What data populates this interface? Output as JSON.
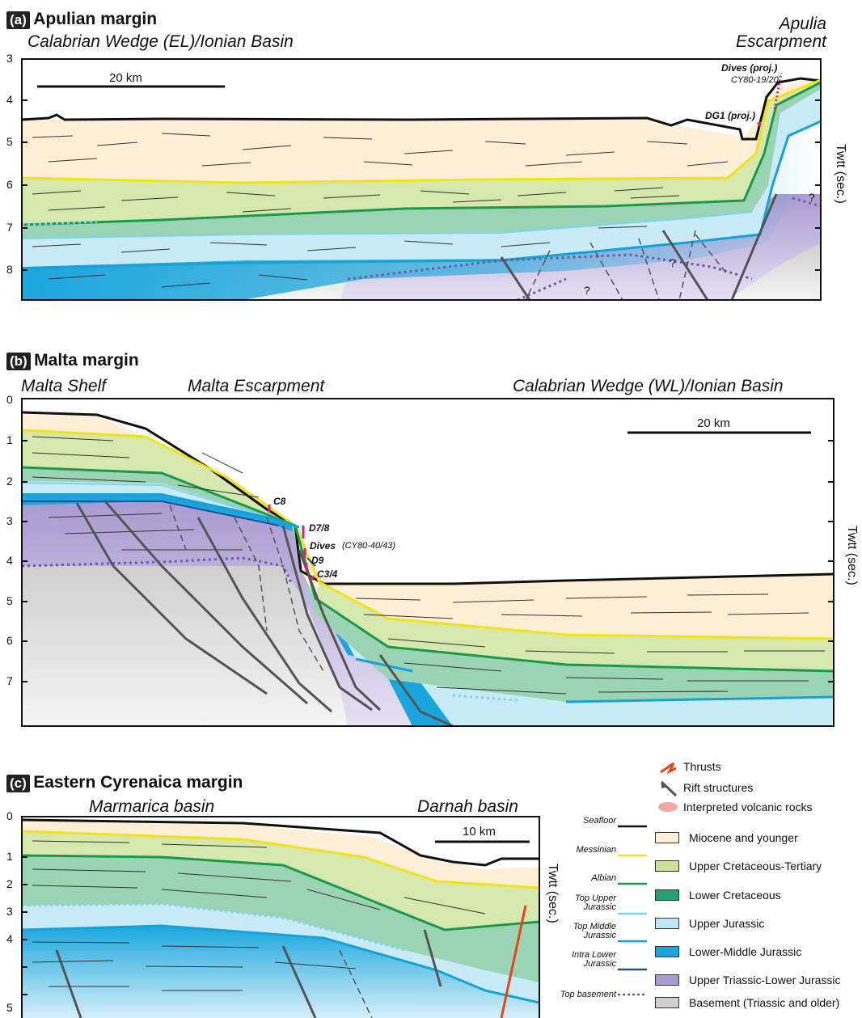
{
  "panels": {
    "a": {
      "tag": "(a)",
      "title": "Apulian margin",
      "left_label": "Calabrian Wedge (EL)/Ionian Basin",
      "right_label_1": "Apulia",
      "right_label_2": "Escarpment",
      "axis_ticks": [
        "3",
        "4",
        "5",
        "6",
        "7",
        "8"
      ],
      "axis_label": "Twtt (sec.)",
      "scale": "20 km",
      "annotations": {
        "dives": "Dives (proj.)",
        "cy": "CY80-19/20",
        "dg1": "DG1 (proj.)",
        "q1": "?",
        "q2": "?",
        "q3": "?"
      }
    },
    "b": {
      "tag": "(b)",
      "title": "Malta margin",
      "label_1": "Malta Shelf",
      "label_2": "Malta Escarpment",
      "label_3": "Calabrian Wedge (WL)/Ionian Basin",
      "axis_ticks": [
        "0",
        "1",
        "2",
        "3",
        "4",
        "5",
        "6",
        "7"
      ],
      "axis_label": "Twtt (sec.)",
      "scale": "20 km",
      "annotations": {
        "c8": "C8",
        "d78": "D7/8",
        "dives": "Dives",
        "cy": "(CY80-40/43)",
        "d9": "D9",
        "c34": "C3/4"
      }
    },
    "c": {
      "tag": "(c)",
      "title": "Eastern Cyrenaica margin",
      "label_1": "Marmarica basin",
      "label_2": "Darnah basin",
      "axis_ticks": [
        "0",
        "1",
        "2",
        "3",
        "4",
        "5"
      ],
      "axis_label": "Twtt (sec.)",
      "scale": "10 km"
    }
  },
  "legend": {
    "symbols": [
      {
        "label": "Thrusts"
      },
      {
        "label": "Rift structures"
      },
      {
        "label": "Interpreted volcanic rocks"
      }
    ],
    "units": [
      {
        "line_label": "Seafloor",
        "label": "Miocene and younger",
        "color": "#fcefd4"
      },
      {
        "line_label": "Messinian",
        "label": "Upper Cretaceous-Tertiary",
        "color": "#cbe09a"
      },
      {
        "line_label": "Albian",
        "label": "Lower Cretaceous",
        "color": "#1fa36a"
      },
      {
        "line_label": "Top Upper Jurassic",
        "label": "Upper Jurassic",
        "color": "#bfe6f5"
      },
      {
        "line_label": "Top Middle Jurassic",
        "label": "Lower-Middle Jurassic",
        "color": "#1aa6dd"
      },
      {
        "line_label": "Intra Lower Jurassic",
        "label": "Upper Triassic-Lower Jurassic",
        "color": "#a99bd0"
      },
      {
        "line_label": "Top basement",
        "label": "Basement (Triassic and older)",
        "color": "#d0d0d0"
      }
    ],
    "line_colors": {
      "seafloor": "#111111",
      "messinian": "#f2e21a",
      "albian": "#1a9a4a",
      "top_upper_jurassic": "#7fd3ee",
      "top_middle_jurassic": "#14a3d8",
      "intra_lower_jurassic": "#1f4f9a",
      "top_basement": "#6a5bab"
    }
  }
}
